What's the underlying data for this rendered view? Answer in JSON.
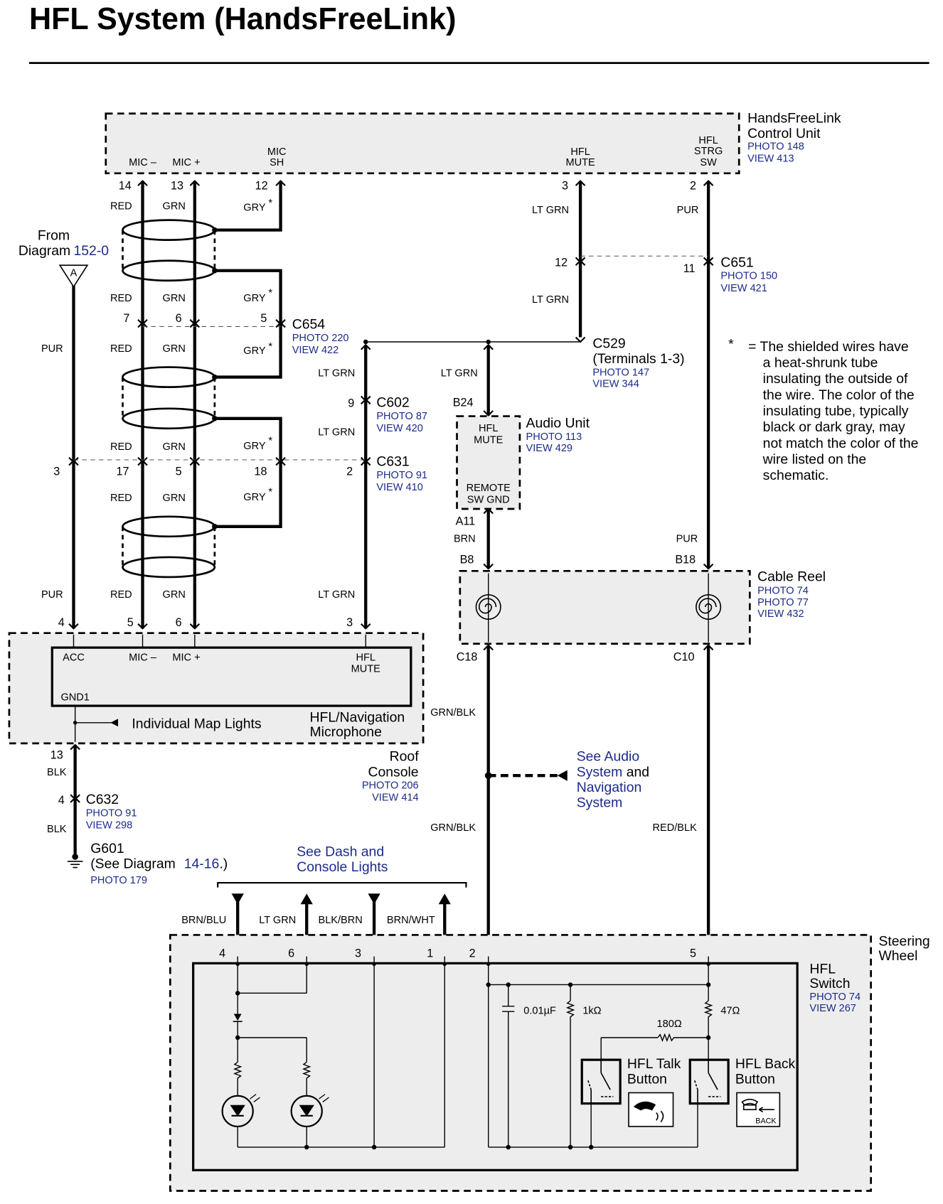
{
  "title": "HFL System (HandsFreeLink)",
  "control_unit": {
    "name_line1": "HandsFreeLink",
    "name_line2": "Control Unit",
    "photo": "PHOTO 148",
    "view": "VIEW 413",
    "pins": {
      "mic_minus": "MIC –",
      "mic_plus": "MIC +",
      "mic_sh_1": "MIC",
      "mic_sh_2": "SH",
      "hfl_mute_1": "HFL",
      "hfl_mute_2": "MUTE",
      "strg_1": "HFL",
      "strg_2": "STRG",
      "strg_3": "SW"
    },
    "pin_numbers": [
      "14",
      "13",
      "12",
      "3",
      "2"
    ]
  },
  "from_diagram": {
    "line1": "From",
    "line2": "Diagram",
    "ref": "152-0",
    "marker": "A"
  },
  "wires": {
    "red": "RED",
    "grn": "GRN",
    "gry": "GRY",
    "star": "*",
    "pur": "PUR",
    "lt_grn": "LT GRN",
    "brn": "BRN",
    "blk": "BLK",
    "grn_blk": "GRN/BLK",
    "red_blk": "RED/BLK",
    "brn_blu": "BRN/BLU",
    "blk_brn": "BLK/BRN",
    "brn_wht": "BRN/WHT"
  },
  "connectors": {
    "c651": {
      "name": "C651",
      "photo": "PHOTO 150",
      "view": "VIEW 421",
      "pin_left": "12",
      "pin_right": "11"
    },
    "c654": {
      "name": "C654",
      "photo": "PHOTO 220",
      "view": "VIEW 422",
      "pins": [
        "7",
        "6",
        "5"
      ]
    },
    "c529": {
      "name": "C529",
      "sub": "(Terminals 1-3)",
      "photo": "PHOTO 147",
      "view": "VIEW 344"
    },
    "c602": {
      "name": "C602",
      "photo": "PHOTO 87",
      "view": "VIEW 420",
      "pin": "9"
    },
    "c631": {
      "name": "C631",
      "photo": "PHOTO 91",
      "view": "VIEW 410",
      "pins": [
        "3",
        "17",
        "5",
        "18",
        "2"
      ]
    },
    "c632": {
      "name": "C632",
      "photo": "PHOTO 91",
      "view": "VIEW 298",
      "pin": "4"
    }
  },
  "audio_unit": {
    "name": "Audio Unit",
    "photo": "PHOTO 113",
    "view": "VIEW 429",
    "pin_top": "B24",
    "pin_bottom": "A11",
    "label_top_1": "HFL",
    "label_top_2": "MUTE",
    "label_bot_1": "REMOTE",
    "label_bot_2": "SW GND"
  },
  "note": {
    "symbol": "*",
    "lines": [
      "= The shielded wires have",
      "a heat-shrunk tube",
      "insulating the outside of",
      "the wire.  The color of the",
      "insulating tube, typically",
      "black or dark gray, may",
      "not match the color of the",
      "wire listed on the",
      "schematic."
    ]
  },
  "cable_reel": {
    "name": "Cable Reel",
    "photo1": "PHOTO 74",
    "photo2": "PHOTO 77",
    "view": "VIEW 432",
    "pins": [
      "B8",
      "B18",
      "C18",
      "C10"
    ]
  },
  "microphone": {
    "name_line1": "HFL/Navigation",
    "name_line2": "Microphone",
    "pins": [
      "4",
      "5",
      "6",
      "3"
    ],
    "acc": "ACC",
    "mic_minus": "MIC –",
    "mic_plus": "MIC +",
    "hfl_1": "HFL",
    "hfl_2": "MUTE",
    "gnd": "GND1",
    "map_lights": "Individual Map Lights",
    "gnd_pin": "13"
  },
  "roof_console": {
    "name_line1": "Roof",
    "name_line2": "Console",
    "photo": "PHOTO 206",
    "view": "VIEW 414"
  },
  "see_audio": [
    "See Audio",
    "System and",
    "Navigation",
    "System"
  ],
  "ground": {
    "name": "G601",
    "see": "(See Diagram",
    "ref": "14-16",
    "end": ".)",
    "photo": "PHOTO 179"
  },
  "see_dash": [
    "See Dash and",
    "Console Lights"
  ],
  "steering": {
    "name_line1": "Steering",
    "name_line2": "Wheel",
    "pins": [
      "4",
      "6",
      "3",
      "1",
      "2",
      "5"
    ]
  },
  "hfl_switch": {
    "name_line1": "HFL",
    "name_line2": "Switch",
    "photo": "PHOTO 74",
    "view": "VIEW 267",
    "cap": "0.01µF",
    "r1": "1kΩ",
    "r2": "180Ω",
    "r3": "47Ω",
    "talk_1": "HFL Talk",
    "talk_2": "Button",
    "back_1": "HFL Back",
    "back_2": "Button",
    "back_icon": "BACK"
  }
}
